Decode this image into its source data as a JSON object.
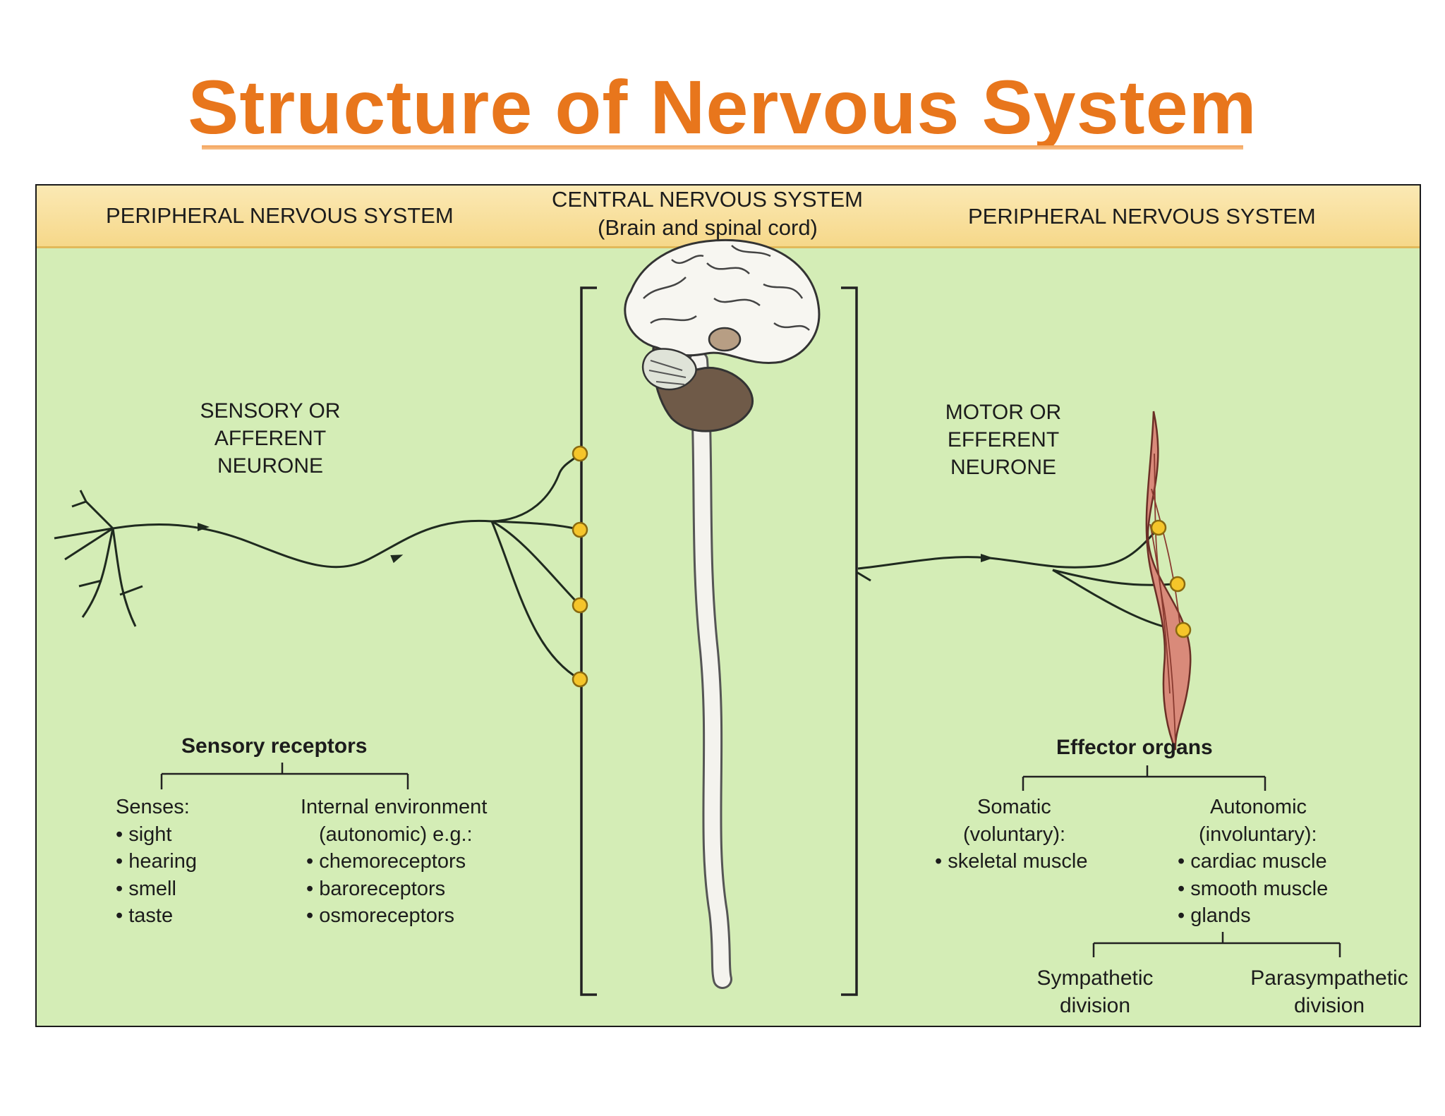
{
  "title": "Structure of Nervous System",
  "header": {
    "left": "PERIPHERAL NERVOUS SYSTEM",
    "center_line1": "CENTRAL NERVOUS SYSTEM",
    "center_line2": "(Brain and spinal cord)",
    "right": "PERIPHERAL NERVOUS SYSTEM"
  },
  "sensory_neurone": [
    "SENSORY OR",
    "AFFERENT",
    "NEURONE"
  ],
  "motor_neurone": [
    "MOTOR OR",
    "EFFERENT",
    "NEURONE"
  ],
  "sensory_receptors": {
    "heading": "Sensory receptors",
    "senses": {
      "label": "Senses:",
      "items": [
        "• sight",
        "• hearing",
        "• smell",
        "• taste"
      ]
    },
    "internal": {
      "label_line1": "Internal environment",
      "label_line2": "(autonomic) e.g.:",
      "items": [
        "• chemoreceptors",
        "• baroreceptors",
        "• osmoreceptors"
      ]
    }
  },
  "effector_organs": {
    "heading": "Effector organs",
    "somatic": {
      "label_line1": "Somatic",
      "label_line2": "(voluntary):",
      "items": [
        "• skeletal muscle"
      ]
    },
    "autonomic": {
      "label_line1": "Autonomic",
      "label_line2": "(involuntary):",
      "items": [
        "• cardiac muscle",
        "• smooth muscle",
        "• glands"
      ]
    },
    "sympathetic": [
      "Sympathetic",
      "division"
    ],
    "parasympathetic": [
      "Parasympathetic",
      "division"
    ]
  },
  "colors": {
    "title": "#e8761c",
    "diagram_bg": "#d4edb6",
    "header_band": "#f6d88a",
    "synapse_dot": "#f5c52a",
    "muscle": "#d98a7a"
  }
}
